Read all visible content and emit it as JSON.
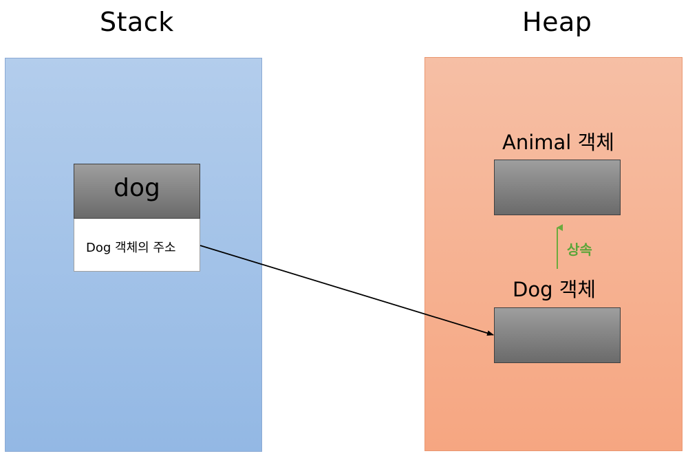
{
  "stack": {
    "title": "Stack",
    "variable_name": "dog",
    "address_text": "Dog 객체의 주소"
  },
  "heap": {
    "title": "Heap",
    "animal_label": "Animal 객체",
    "dog_label": "Dog 객체",
    "inherit_label": "상속"
  },
  "colors": {
    "stack_fill": "#9dbee7",
    "heap_fill": "#f6b294",
    "object_fill": "#808080",
    "inherit_arrow": "#6aaa3e",
    "pointer_arrow": "#000000"
  }
}
